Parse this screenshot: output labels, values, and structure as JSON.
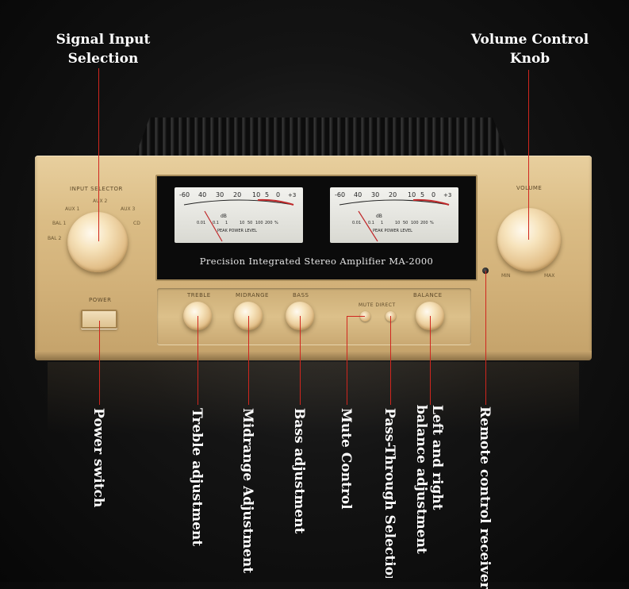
{
  "callouts": {
    "input": {
      "line1": "Signal Input",
      "line2": "Selection"
    },
    "volume": {
      "line1": "Volume Control",
      "line2": "Knob"
    },
    "power": "Power switch",
    "treble": "Treble adjustment",
    "midrange": "Midrange Adjustment",
    "bass": "Bass adjustment",
    "mute": "Mute Control",
    "direct": "Pass-Through Selection",
    "balance": {
      "line1": "Left and right",
      "line2": "balance adjustment"
    },
    "remote": "Remote control receiver"
  },
  "panel": {
    "input_selector": "INPUT SELECTOR",
    "input_positions": [
      "BAL 1",
      "BAL 2",
      "AUX 1",
      "AUX 2",
      "AUX 3",
      "CD"
    ],
    "volume": "VOLUME",
    "volume_min": "MIN",
    "volume_max": "MAX",
    "power": "POWER",
    "model": "Precision Integrated Stereo Amplifier MA-2000",
    "treble": "TREBLE",
    "midrange": "MIDRANGE",
    "bass": "BASS",
    "mute_direct": "MUTE  DIRECT",
    "balance": "BALANCE"
  },
  "meter": {
    "scale_top": [
      "-60",
      "40",
      "30",
      "20",
      "10",
      "5",
      "0",
      "+3"
    ],
    "scale_bottom": [
      "0.01",
      "0.1",
      "1",
      "10",
      "50",
      "100",
      "200",
      "%"
    ],
    "unit": "dB",
    "caption": "PEAK POWER LEVEL"
  }
}
